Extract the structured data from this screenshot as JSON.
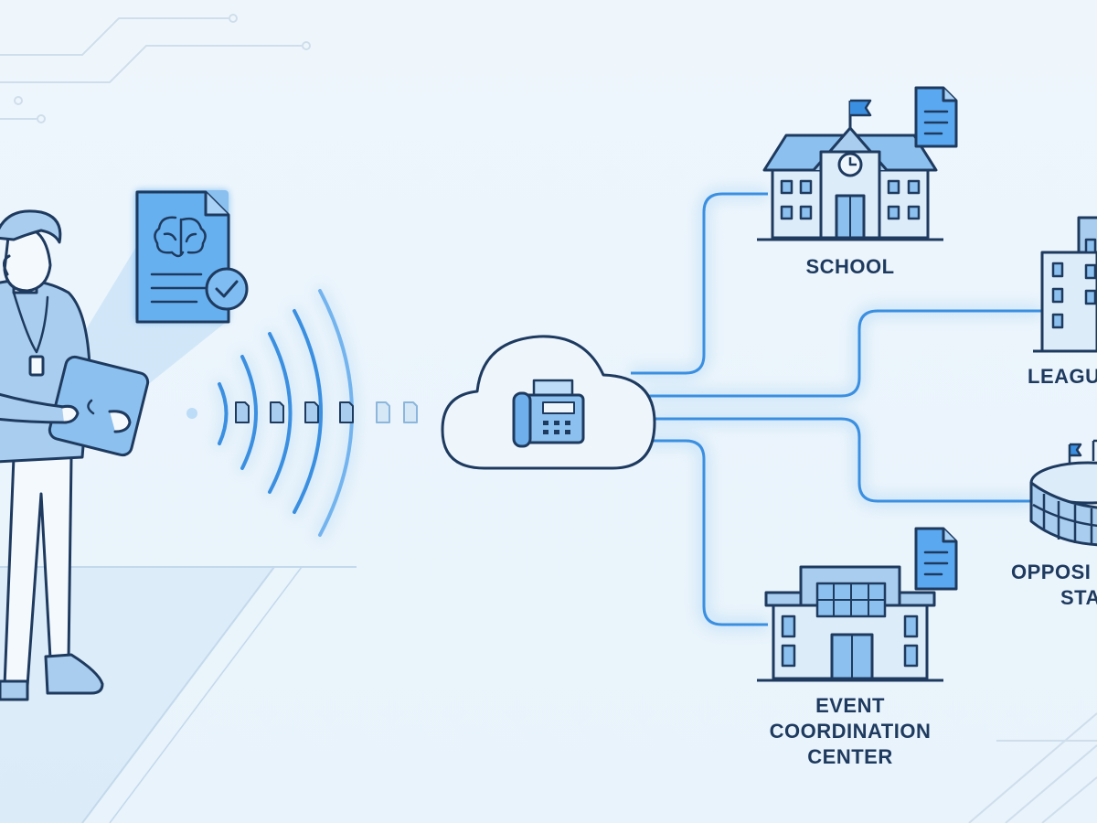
{
  "diagram": {
    "nodes": {
      "school": {
        "label": "SCHOOL"
      },
      "league": {
        "label": "LEAGU"
      },
      "opposing": {
        "line1": "OPPOSI",
        "line2": "STA"
      },
      "event": {
        "line1": "EVENT",
        "line2": "COORDINATION",
        "line3": "CENTER"
      }
    },
    "icons": {
      "person": "person-with-tablet-icon",
      "report": "brain-document-check-icon",
      "signal": "wireless-signal-icon",
      "cloud": "cloud-fax-icon",
      "school": "school-building-icon",
      "league": "office-building-icon",
      "stadium": "stadium-icon",
      "event": "event-center-building-icon",
      "document": "document-icon"
    },
    "colors": {
      "line": "#1e3a5f",
      "accent": "#3b8fe0",
      "glow": "#5aa8f0",
      "fill": "#cfe4f8",
      "background": "#eef6fc"
    }
  }
}
